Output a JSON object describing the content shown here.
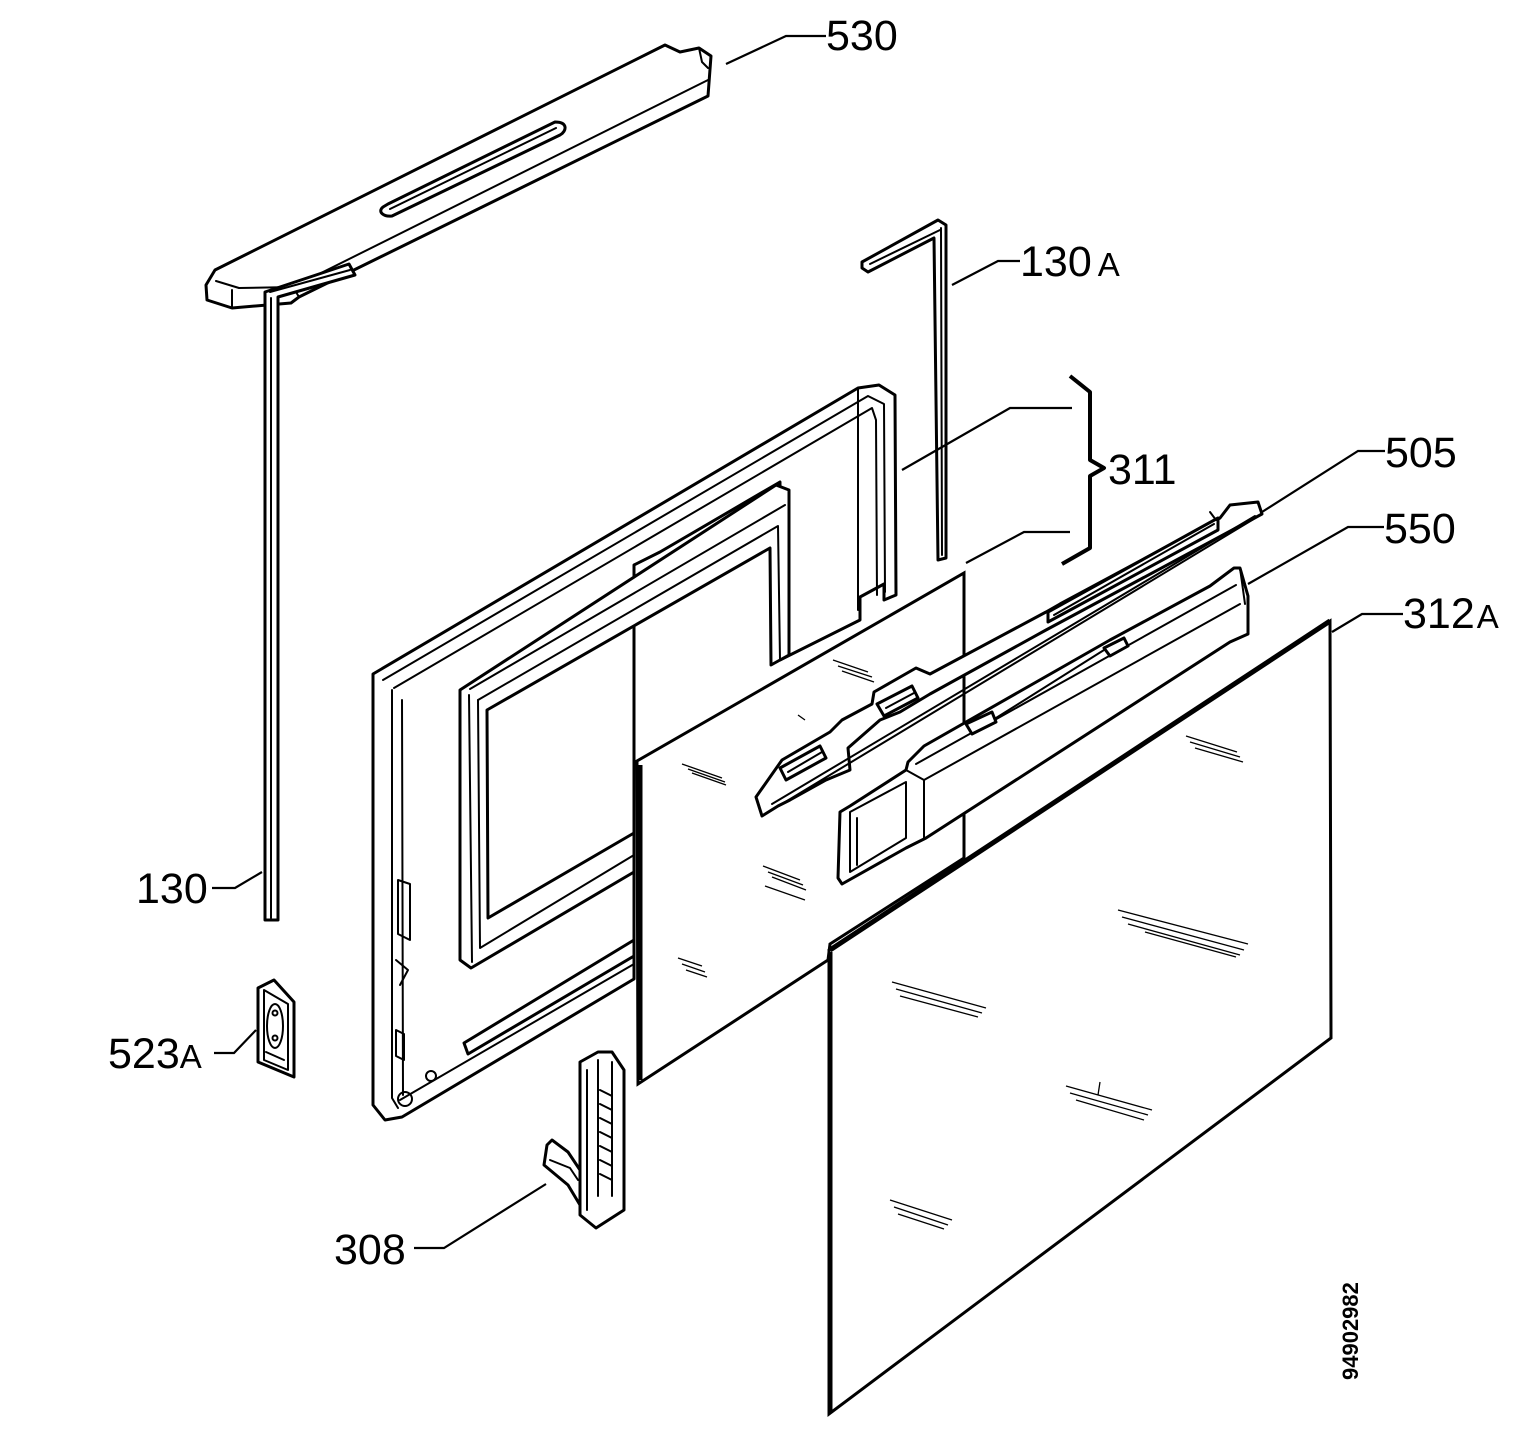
{
  "drawing_number": "94902982",
  "callouts": [
    {
      "id": "530",
      "number": "530",
      "suffix": ""
    },
    {
      "id": "130a",
      "number": "130",
      "suffix": "A"
    },
    {
      "id": "311",
      "number": "311",
      "suffix": ""
    },
    {
      "id": "505",
      "number": "505",
      "suffix": ""
    },
    {
      "id": "550",
      "number": "550",
      "suffix": ""
    },
    {
      "id": "312a",
      "number": "312",
      "suffix": "A"
    },
    {
      "id": "130",
      "number": "130",
      "suffix": ""
    },
    {
      "id": "523a",
      "number": "523",
      "suffix": "A"
    },
    {
      "id": "308",
      "number": "308",
      "suffix": ""
    }
  ]
}
